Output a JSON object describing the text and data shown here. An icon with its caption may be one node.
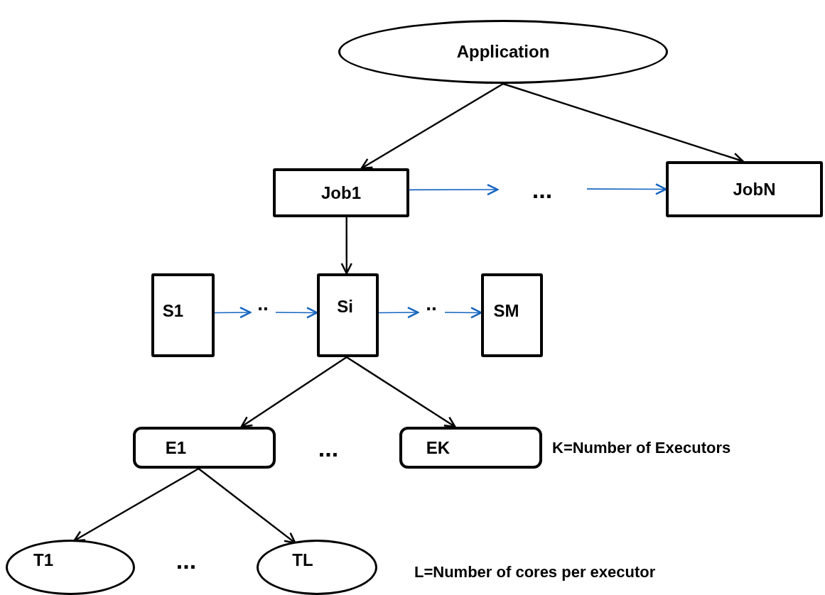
{
  "diagram": {
    "nodes": [
      {
        "text": [
          "Application"
        ]
      },
      {
        "text": [
          "Job1"
        ]
      },
      {
        "text": [
          "JobN"
        ]
      },
      {
        "text": [
          "S1"
        ]
      },
      {
        "text": [
          "Si"
        ]
      },
      {
        "text": [
          "SM"
        ]
      },
      {
        "text": [
          "E1"
        ]
      },
      {
        "text": [
          "EK"
        ]
      },
      {
        "text": [
          "T1"
        ]
      },
      {
        "text": [
          "TL"
        ]
      },
      {
        "text": [
          "..."
        ]
      },
      {
        "text": [
          ".."
        ]
      },
      {
        "text": [
          ".."
        ]
      }
    ],
    "edges": [
      {
        "from": 0,
        "to": 1,
        "arrow": "to"
      },
      {
        "from": 0,
        "to": 2,
        "arrow": "to"
      },
      {
        "from": 1,
        "to": 4,
        "arrow": "to"
      },
      {
        "from": 4,
        "to": 6,
        "arrow": "to"
      },
      {
        "from": 4,
        "to": 7,
        "arrow": "to"
      },
      {
        "from": 6,
        "to": 8,
        "arrow": "to"
      },
      {
        "from": 6,
        "to": 9,
        "arrow": "to"
      },
      {
        "from": 1,
        "to": 10,
        "arrow": "to",
        "color": "#1565c0"
      },
      {
        "from": 10,
        "to": 2,
        "arrow": "to",
        "color": "#1565c0"
      },
      {
        "from": 3,
        "to": 11,
        "arrow": "to",
        "color": "#1565c0"
      },
      {
        "from": 11,
        "to": 4,
        "arrow": "to",
        "color": "#1565c0"
      },
      {
        "from": 4,
        "to": 12,
        "arrow": "to",
        "color": "#1565c0"
      },
      {
        "from": 12,
        "to": 5,
        "arrow": "to",
        "color": "#1565c0"
      }
    ],
    "labels": [
      "...",
      "K=Number of Executors",
      "...",
      "L=Number of cores per executor"
    ]
  }
}
